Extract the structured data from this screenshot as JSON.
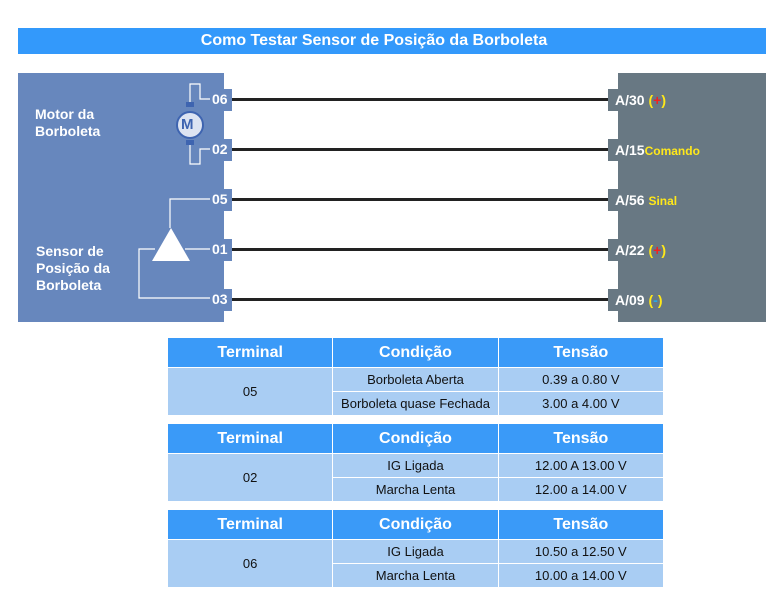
{
  "title": "Como Testar Sensor de Posição da Borboleta",
  "left": {
    "motor_label_1": "Motor da",
    "motor_label_2": "Borboleta",
    "motor_symbol": "M",
    "sensor_label_1": "Sensor de",
    "sensor_label_2": "Posição da",
    "sensor_label_3": "Borboleta"
  },
  "pins": [
    "06",
    "02",
    "05",
    "01",
    "03"
  ],
  "ecu": [
    {
      "pin": "A/30",
      "note_open": "(",
      "note": "+",
      "note_close": ")"
    },
    {
      "pin": "A/15",
      "note": "Comando"
    },
    {
      "pin": "A/56",
      "note": "Sinal"
    },
    {
      "pin": "A/22",
      "note_open": "(",
      "note": "+",
      "note_close": ")"
    },
    {
      "pin": "A/09",
      "note_open": "(",
      "note": "-",
      "note_close": ")"
    }
  ],
  "colors": {
    "title": "#3399fb",
    "left_box": "#6787bd",
    "right_box": "#687883",
    "header": "#3a9af8",
    "row": "#a9cdf3"
  },
  "tables": [
    {
      "headers": [
        "Terminal",
        "Condição",
        "Tensão"
      ],
      "terminal": "05",
      "rows": [
        {
          "cond": "Borboleta Aberta",
          "volt": "0.39 a 0.80 V"
        },
        {
          "cond": "Borboleta quase Fechada",
          "volt": "3.00 a 4.00 V"
        }
      ]
    },
    {
      "headers": [
        "Terminal",
        "Condição",
        "Tensão"
      ],
      "terminal": "02",
      "rows": [
        {
          "cond": "IG Ligada",
          "volt": "12.00 A 13.00 V"
        },
        {
          "cond": "Marcha Lenta",
          "volt": "12.00 a 14.00 V"
        }
      ]
    },
    {
      "headers": [
        "Terminal",
        "Condição",
        "Tensão"
      ],
      "terminal": "06",
      "rows": [
        {
          "cond": "IG Ligada",
          "volt": "10.50 a 12.50 V"
        },
        {
          "cond": "Marcha Lenta",
          "volt": "10.00 a 14.00 V"
        }
      ]
    }
  ]
}
